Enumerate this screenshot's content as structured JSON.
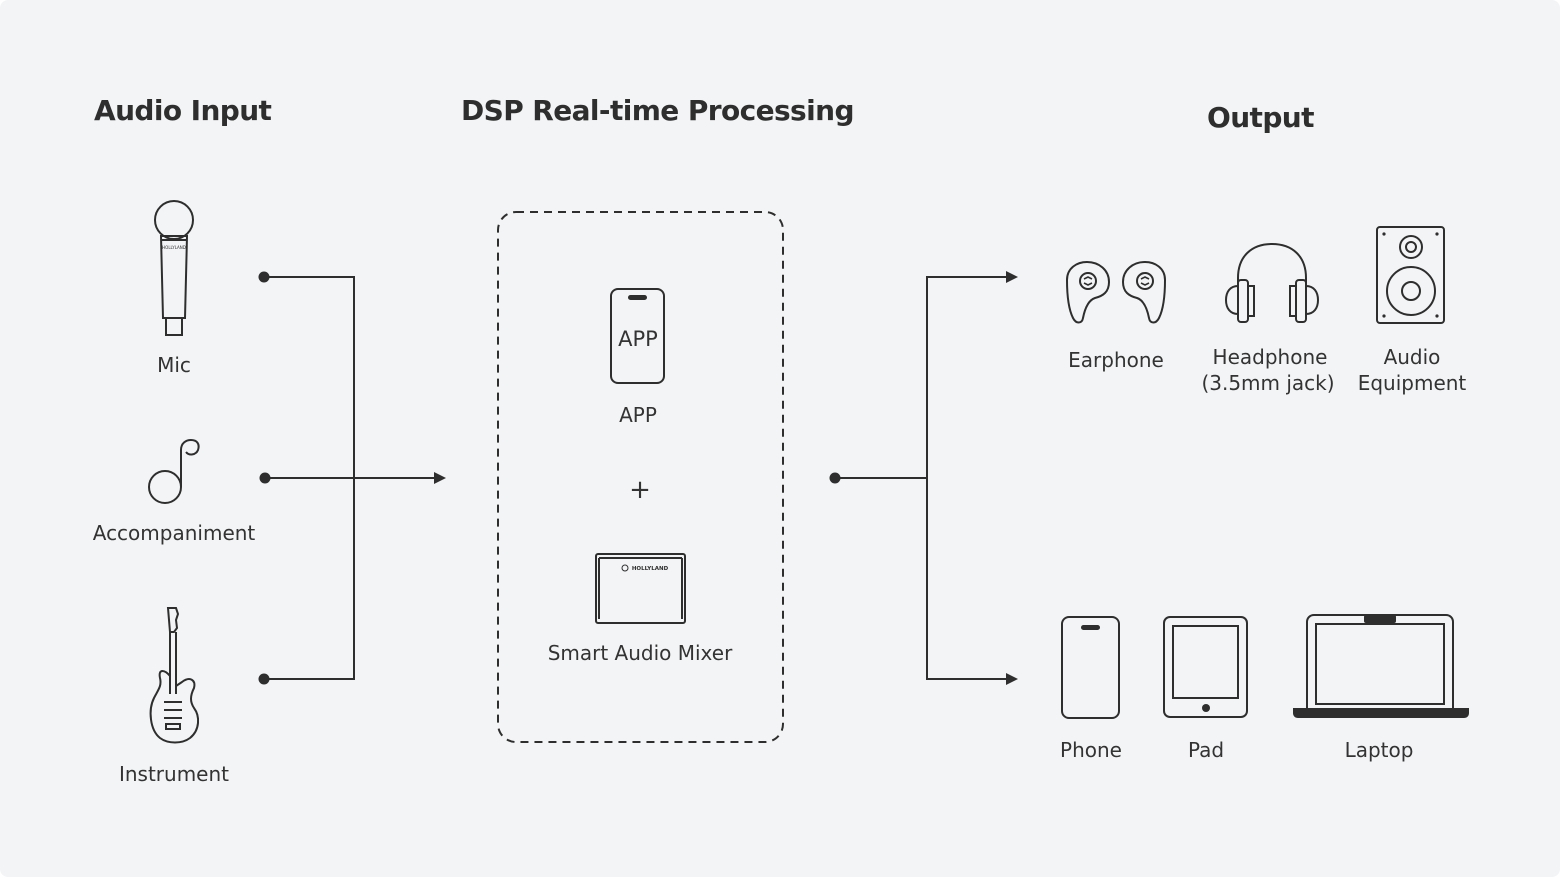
{
  "titles": {
    "input": "Audio Input",
    "processing": "DSP Real-time Processing",
    "output": "Output"
  },
  "inputs": {
    "mic": "Mic",
    "accompaniment": "Accompaniment",
    "instrument": "Instrument"
  },
  "processing": {
    "app_screen_text": "APP",
    "app_label": "APP",
    "plus": "+",
    "mixer_brand": "HOLLYLAND",
    "mixer_label": "Smart Audio Mixer"
  },
  "outputs": {
    "earphone": "Earphone",
    "headphone_line1": "Headphone",
    "headphone_line2": "(3.5mm jack)",
    "audio_line1": "Audio",
    "audio_line2": "Equipment",
    "phone": "Phone",
    "pad": "Pad",
    "laptop": "Laptop"
  },
  "colors": {
    "background": "#f3f4f6",
    "stroke": "#2e2e2e"
  },
  "icons": [
    "microphone-icon",
    "music-note-icon",
    "guitar-icon",
    "phone-app-icon",
    "mixer-device-icon",
    "earphone-icon",
    "headphone-icon",
    "speaker-icon",
    "phone-icon",
    "tablet-icon",
    "laptop-icon"
  ]
}
